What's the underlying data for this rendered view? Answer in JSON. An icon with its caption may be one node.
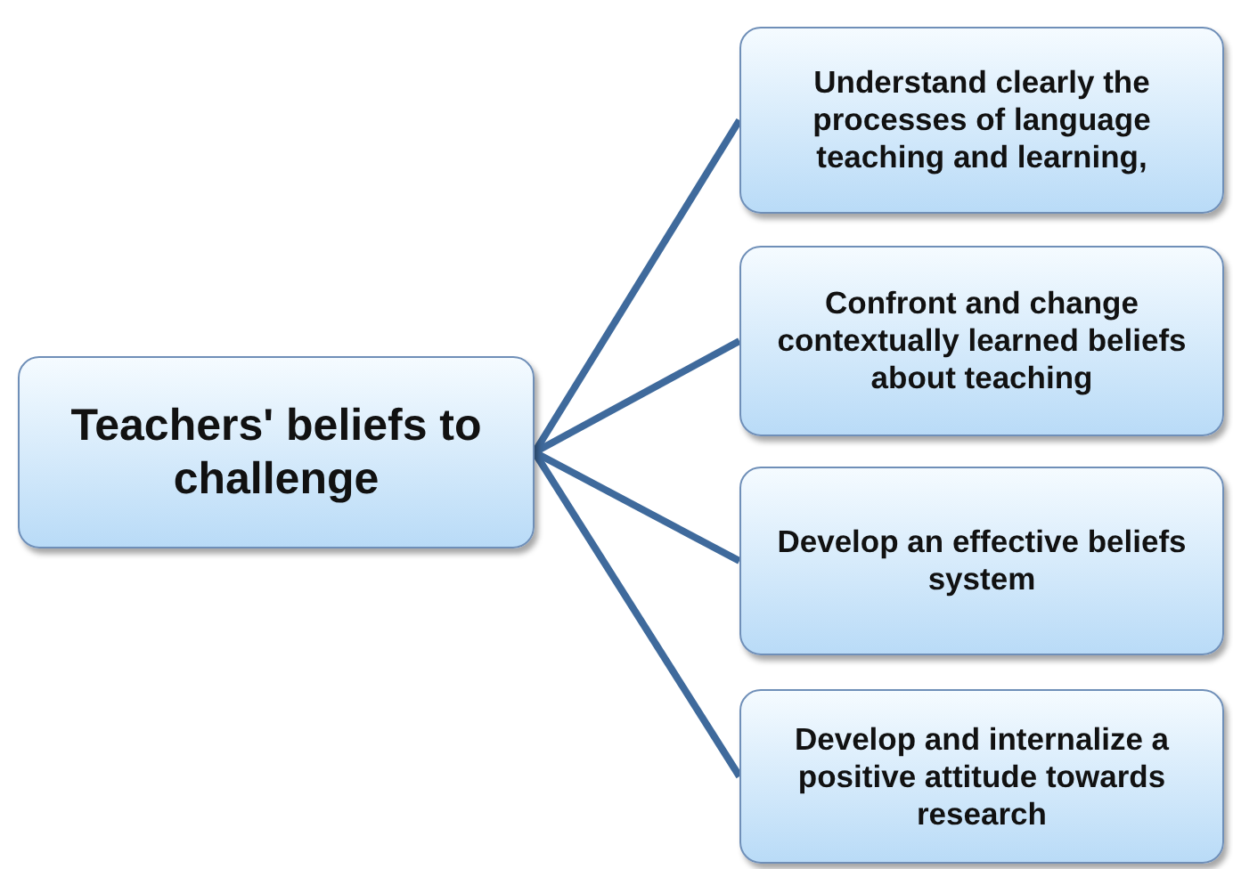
{
  "diagram": {
    "nodes": [
      {
        "text": [
          "Teachers' beliefs to challenge"
        ]
      },
      {
        "text": [
          "Understand clearly the processes of language teaching and learning,"
        ]
      },
      {
        "text": [
          "Confront and change contextually learned beliefs about teaching"
        ]
      },
      {
        "text": [
          "Develop an effective beliefs system"
        ]
      },
      {
        "text": [
          "Develop and internalize a positive attitude towards research"
        ]
      }
    ],
    "edges": [
      {
        "from": 0,
        "to": 1,
        "arrow": "none"
      },
      {
        "from": 0,
        "to": 2,
        "arrow": "none"
      },
      {
        "from": 0,
        "to": 3,
        "arrow": "none"
      },
      {
        "from": 0,
        "to": 4,
        "arrow": "none"
      }
    ]
  }
}
